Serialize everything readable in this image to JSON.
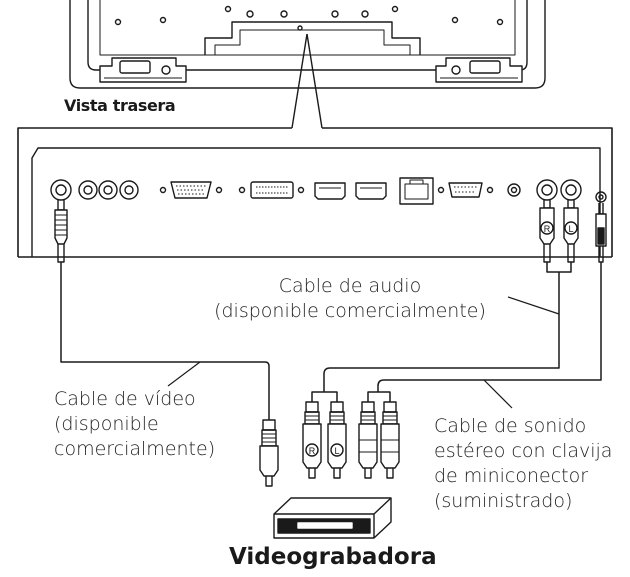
{
  "labels": {
    "rear_view": "Vista trasera",
    "audio_cable": [
      "Cable de audio",
      "(disponible comercialmente)"
    ],
    "video_cable": [
      "Cable de vídeo",
      "(disponible",
      "comercialmente)"
    ],
    "stereo_cable": [
      "Cable de sonido",
      "estéreo con clavija",
      "de miniconector",
      "(suministrado)"
    ],
    "device": "Videograbadora"
  },
  "plug_marks": {
    "right": "R",
    "left": "L"
  }
}
